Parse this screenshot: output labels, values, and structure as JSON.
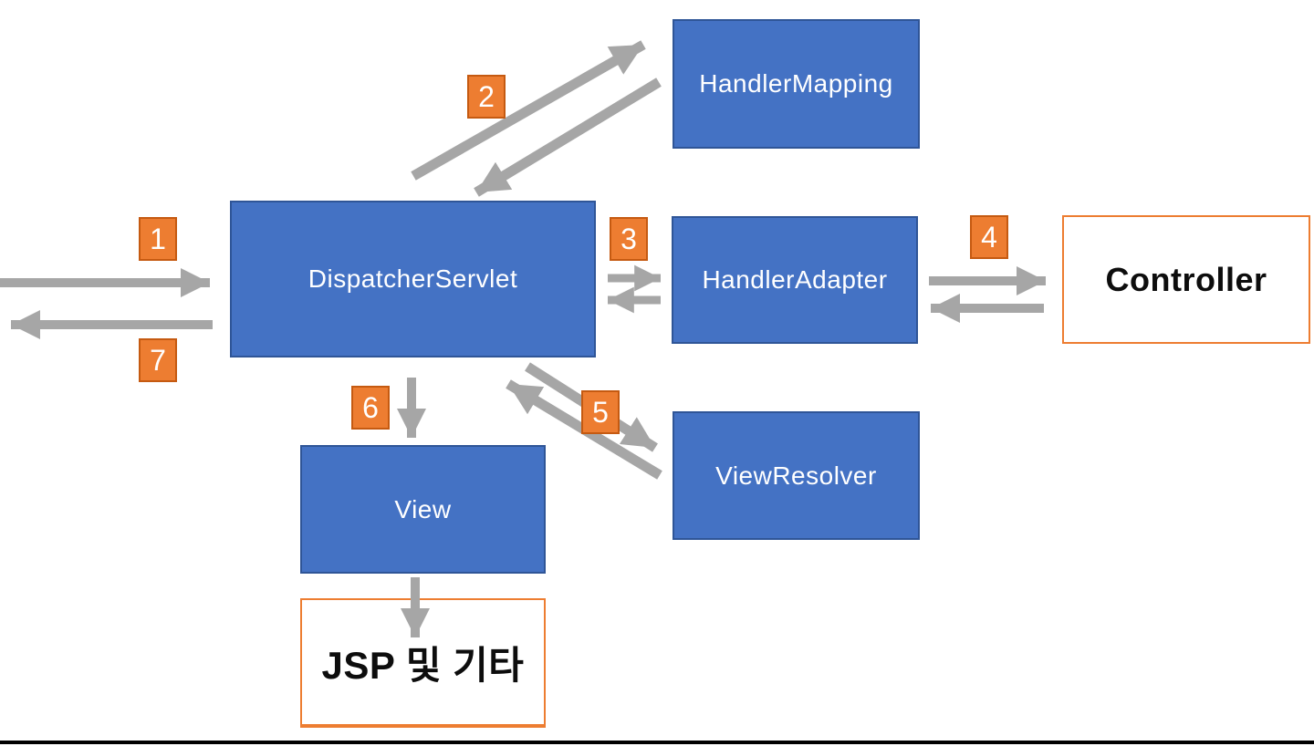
{
  "diagram": {
    "nodes": {
      "handlerMapping": {
        "label": "HandlerMapping"
      },
      "dispatcherServlet": {
        "label": "DispatcherServlet"
      },
      "handlerAdapter": {
        "label": "HandlerAdapter"
      },
      "controller": {
        "label": "Controller"
      },
      "viewResolver": {
        "label": "ViewResolver"
      },
      "view": {
        "label": "View"
      },
      "jsp": {
        "label": "JSP 및 기타"
      }
    },
    "steps": {
      "1": "1",
      "2": "2",
      "3": "3",
      "4": "4",
      "5": "5",
      "6": "6",
      "7": "7"
    },
    "colors": {
      "node_fill": "#4472C4",
      "node_border": "#2F5597",
      "node_text": "#FFFFFF",
      "outlined_node_border": "#ED7D31",
      "outlined_node_text": "#0D0D0D",
      "badge_fill": "#ED7D31",
      "badge_border": "#C55A11",
      "badge_text": "#FFFFFF",
      "arrow": "#A6A6A6",
      "bottom_rule": "#000000",
      "background": "#FFFFFF"
    }
  }
}
